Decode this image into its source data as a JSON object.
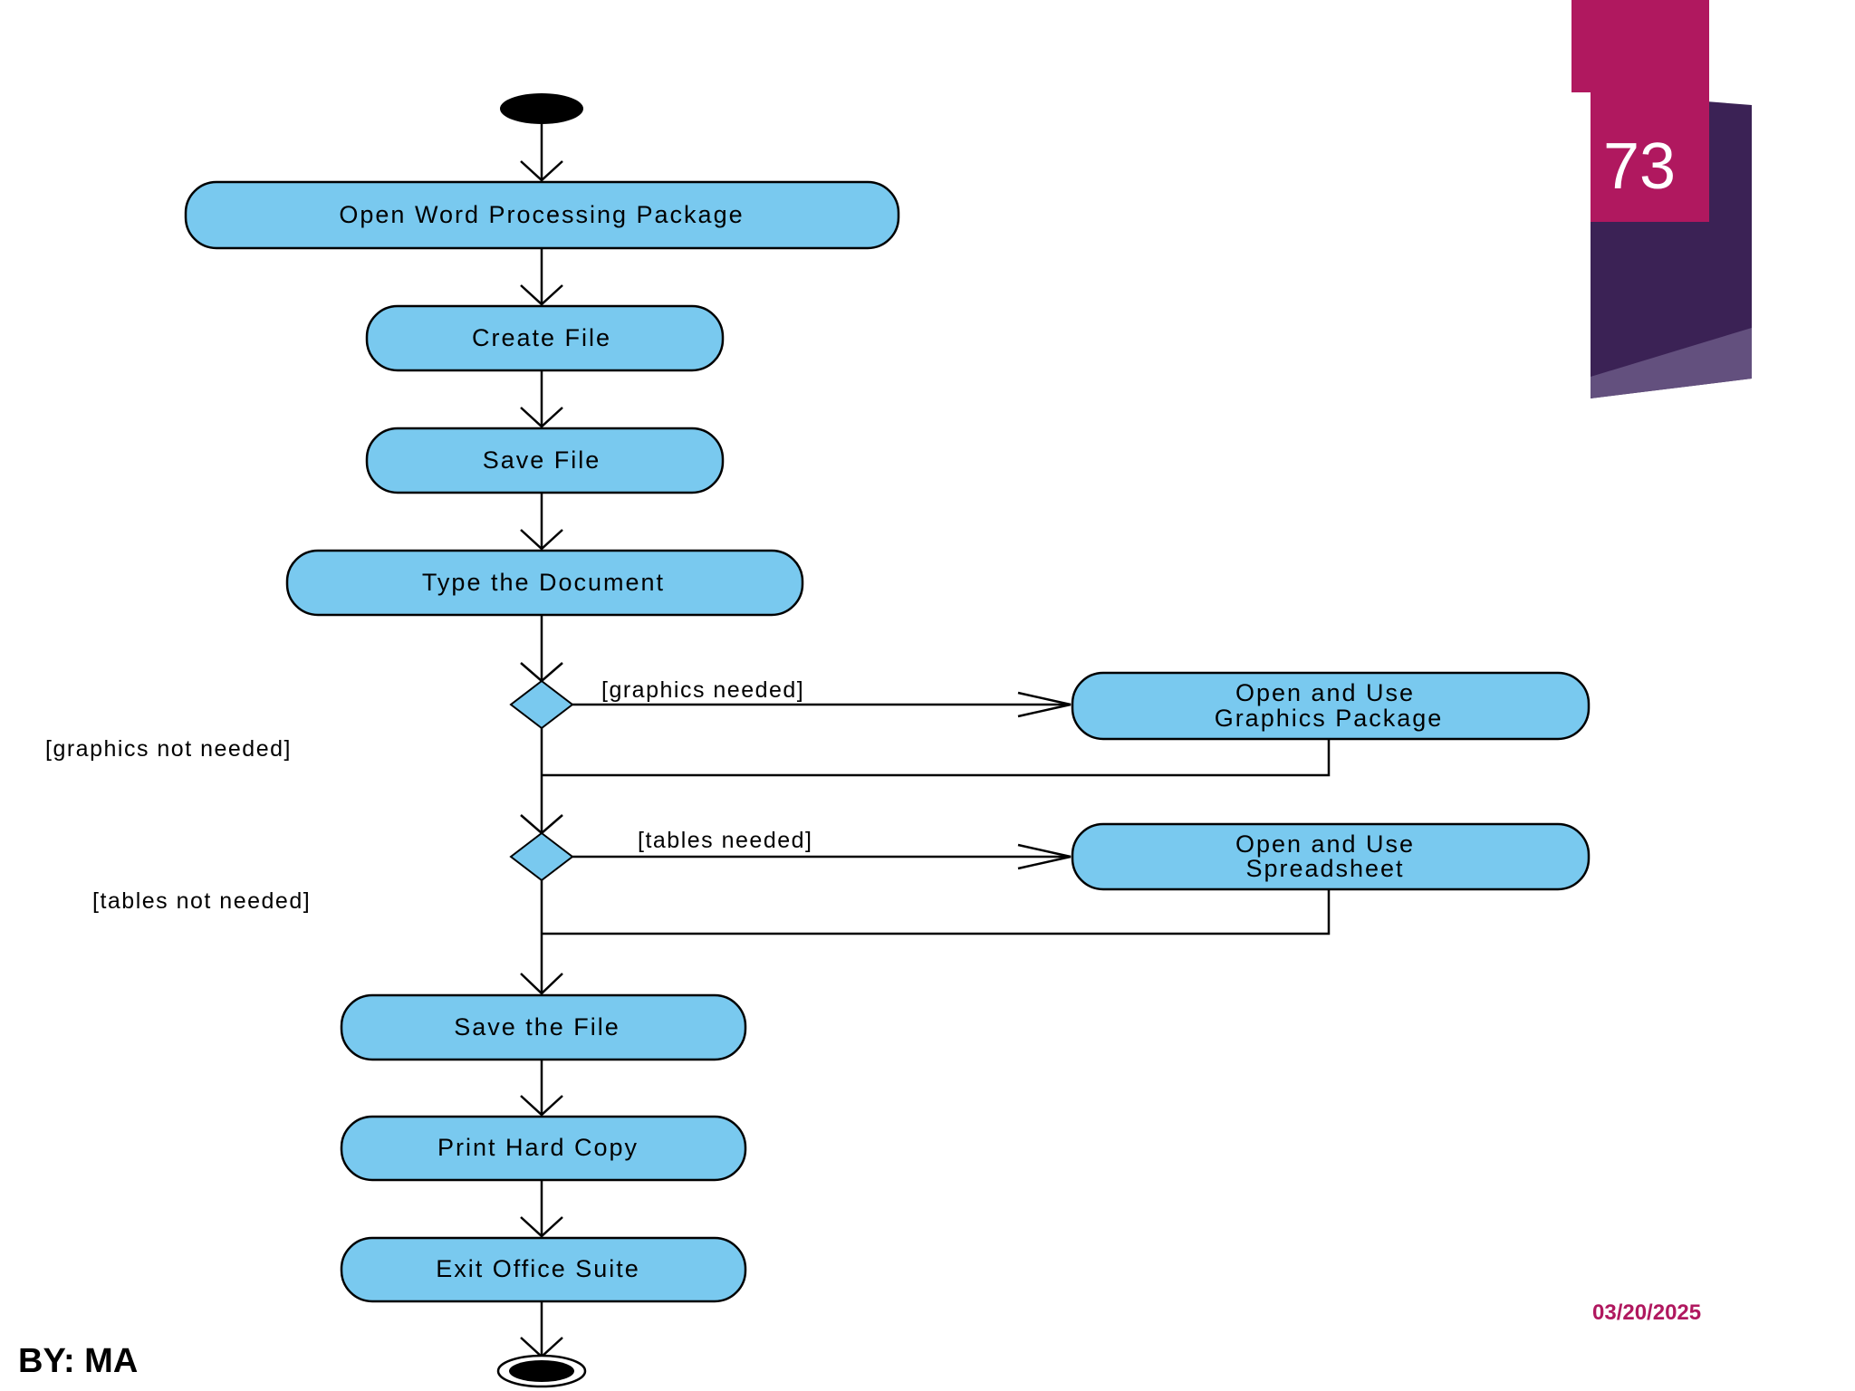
{
  "slide": {
    "page_number": "73",
    "date": "03/20/2025",
    "author": "BY: MA"
  },
  "colors": {
    "activity_fill": "#79c9ef",
    "accent_magenta": "#b0185f",
    "accent_purple": "#3b2255"
  },
  "diagram": {
    "activities": {
      "open_word": "Open Word Processing Package",
      "create_file": "Create File",
      "save_file": "Save File",
      "type_document": "Type the Document",
      "graphics_line1": "Open and Use",
      "graphics_line2": "Graphics Package",
      "spreadsheet_line1": "Open and Use",
      "spreadsheet_line2": "Spreadsheet",
      "save_the_file": "Save the File",
      "print_copy": "Print Hard Copy",
      "exit_suite": "Exit Office Suite"
    },
    "guards": {
      "graphics_needed": "[graphics needed]",
      "graphics_not_needed": "[graphics not needed]",
      "tables_needed": "[tables needed]",
      "tables_not_needed": "[tables not needed]"
    }
  }
}
